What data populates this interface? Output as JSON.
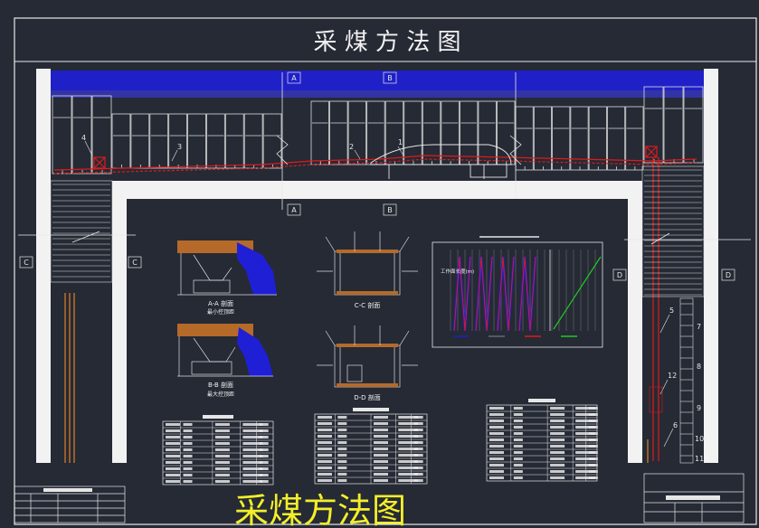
{
  "title": "采 煤 方 法 图",
  "caption": "采煤方法图",
  "section_markers": {
    "a_top": "A",
    "b_top": "B",
    "a_bottom": "A",
    "b_bottom": "B",
    "c_left": "C",
    "c_right": "C",
    "d_left": "D",
    "d_right": "D"
  },
  "callouts": {
    "n1": "1",
    "n2": "2",
    "n3": "3",
    "n4": "4",
    "n5": "5",
    "n6": "6",
    "n7": "7",
    "n8": "8",
    "n9": "9",
    "n10": "10",
    "n11": "11",
    "n12": "12"
  },
  "sections": {
    "aa_title": "A-A 剖面",
    "aa_sub": "最小控顶距",
    "bb_title": "B-B 剖面",
    "bb_sub": "最大控顶距",
    "cc_title": "C-C 剖面",
    "dd_title": "D-D 剖面"
  },
  "chart_label": "工作面长度(m)",
  "colors": {
    "background": "#252a35",
    "white": "#f2f2f2",
    "coal_blue": "#1f1fd6",
    "roadway_red": "#e01a1a",
    "wood_brown": "#b56a2a",
    "green": "#22c922",
    "caption_yellow": "#f3ee2a"
  }
}
